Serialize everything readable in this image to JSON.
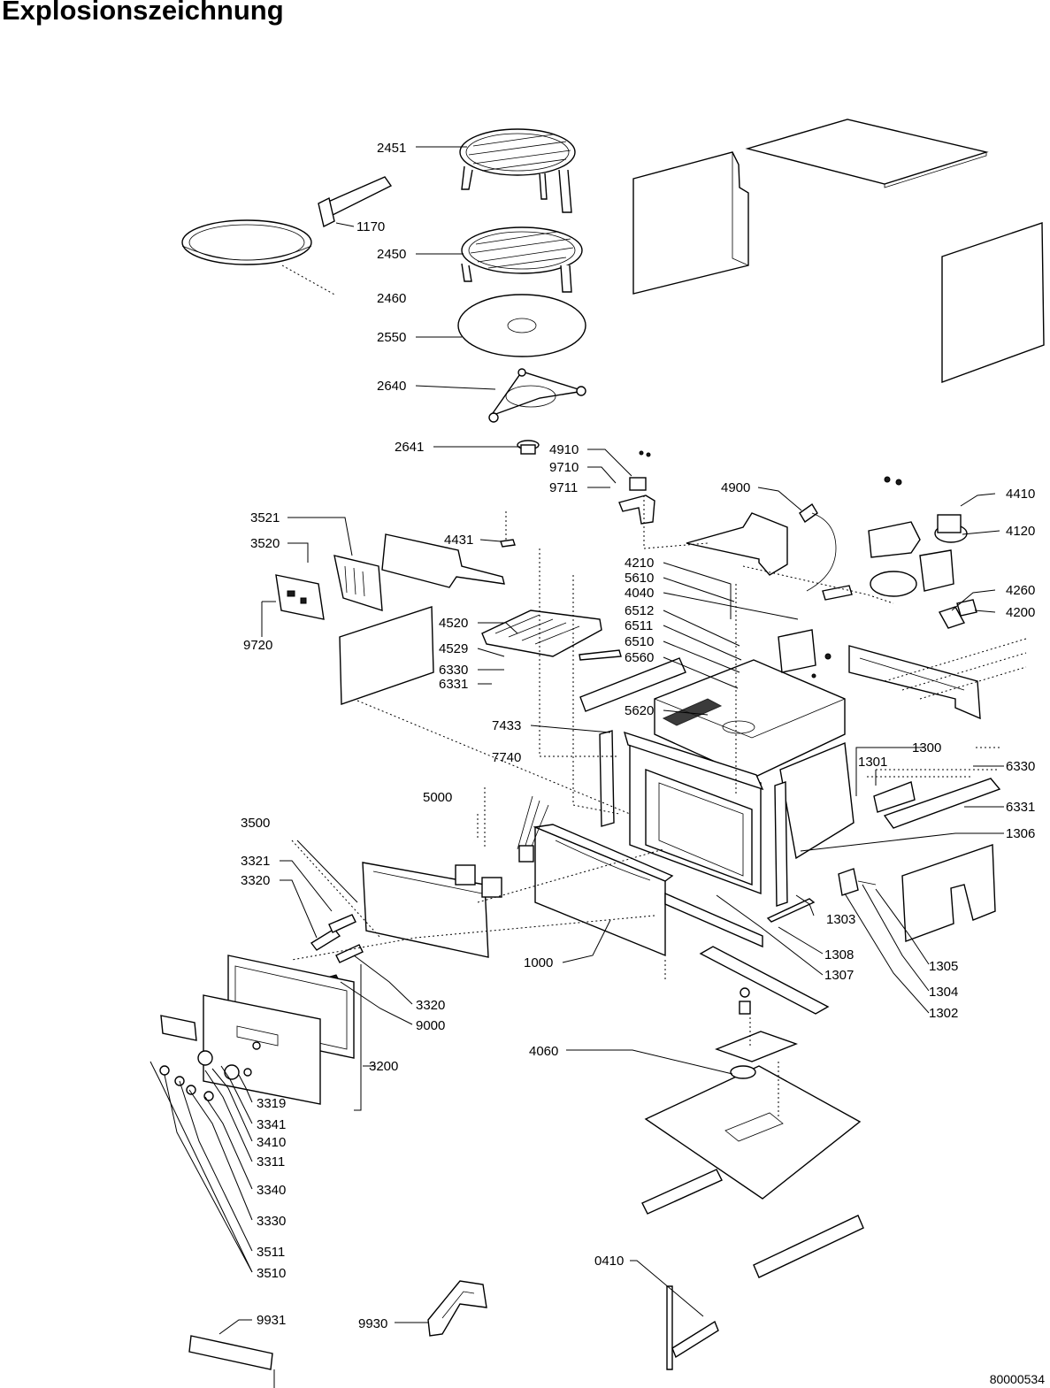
{
  "title": "Explosionszeichnung",
  "document_number": "80000534",
  "part_labels": [
    "2451",
    "1170",
    "2450",
    "2460",
    "2550",
    "2640",
    "2641",
    "4910",
    "9710",
    "9711",
    "4900",
    "4410",
    "4120",
    "3521",
    "3520",
    "4431",
    "9720",
    "4210",
    "5610",
    "4040",
    "6512",
    "6511",
    "6510",
    "6560",
    "4260",
    "4200",
    "4520",
    "4529",
    "6330",
    "6331",
    "5620",
    "7433",
    "7740",
    "1300",
    "1301",
    "6330",
    "6331",
    "5000",
    "3500",
    "3321",
    "3320",
    "1306",
    "1303",
    "1308",
    "1307",
    "1305",
    "1304",
    "1302",
    "1000",
    "3320",
    "9000",
    "3200",
    "4060",
    "3319",
    "3341",
    "3410",
    "3311",
    "3340",
    "3330",
    "3511",
    "3510",
    "0410",
    "9931",
    "9930"
  ]
}
